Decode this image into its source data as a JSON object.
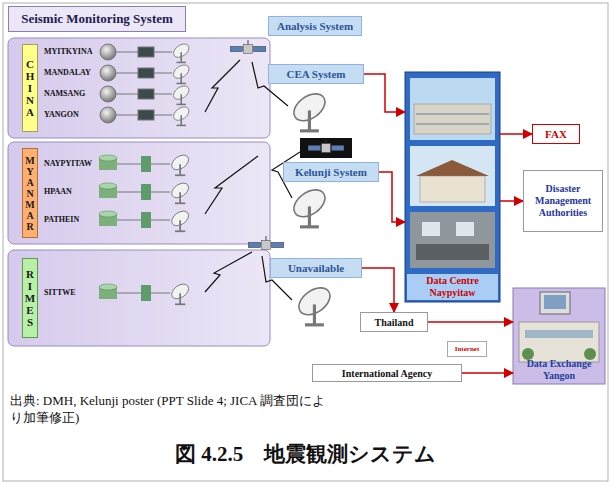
{
  "diagram": {
    "title": "図 4.2.5　地震観測システム",
    "caption": "出典: DMH, Kelunji poster (PPT Slide 4; JICA 調査団により加筆修正)",
    "nodes": [
      {
        "text": [
          "Seismic Monitoring System"
        ]
      },
      {
        "text": [
          "MYITKYINA",
          "MANDALAY",
          "NAMSANG",
          "YANGON"
        ]
      },
      {
        "text": [
          "CHINA"
        ],
        "in": 1
      },
      {
        "text": [
          "NAYPYITAW",
          "HPAAN",
          "PATHEIN"
        ]
      },
      {
        "text": [
          "MYANMAR"
        ],
        "in": 3
      },
      {
        "text": [
          "SITTWE"
        ]
      },
      {
        "text": [
          "RIMES"
        ],
        "in": 5
      },
      {
        "text": [
          "Analysis System"
        ]
      },
      {
        "text": [
          "CEA System"
        ]
      },
      {
        "text": [
          "Kelunji System"
        ]
      },
      {
        "text": [
          "Unavailable"
        ]
      },
      {
        "text": [
          "Data Centre Naypyitaw"
        ]
      },
      {
        "text": [
          "FAX"
        ]
      },
      {
        "text": [
          "Disaster Management Authorities"
        ]
      },
      {
        "text": [
          "Thailand"
        ]
      },
      {
        "text": [
          "Internet"
        ]
      },
      {
        "text": [
          "International Agency"
        ]
      },
      {
        "text": [
          "Data Exchange Yangon"
        ]
      }
    ],
    "edges": [
      {
        "from": 8,
        "to": 11,
        "arrow": "to"
      },
      {
        "from": 9,
        "to": 11,
        "arrow": "to"
      },
      {
        "from": 11,
        "to": 12,
        "arrow": "to"
      },
      {
        "from": 11,
        "to": 13,
        "arrow": "to"
      },
      {
        "from": 10,
        "to": 14,
        "arrow": "to"
      },
      {
        "from": 14,
        "to": 17,
        "arrow": "to"
      },
      {
        "from": 16,
        "to": 17,
        "arrow": "to"
      }
    ]
  }
}
